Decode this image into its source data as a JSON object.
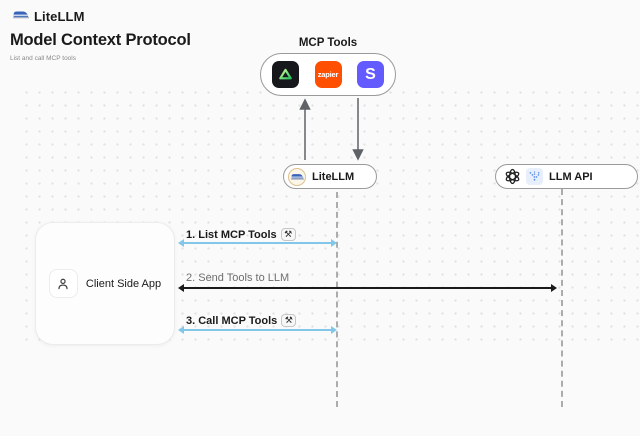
{
  "header": {
    "brand": "LiteLLM",
    "title": "Model Context Protocol",
    "subtitle": "List and call MCP tools"
  },
  "mcp_group": {
    "label": "MCP Tools",
    "tools": [
      {
        "name": "triangle-tool",
        "color": "#17181C"
      },
      {
        "name": "zapier",
        "label": "zapier",
        "color": "#FF4F00"
      },
      {
        "name": "stripe",
        "label": "S",
        "color": "#635BFF"
      }
    ]
  },
  "nodes": {
    "litellm": {
      "label": "LiteLLM"
    },
    "llm_api": {
      "label": "LLM API"
    },
    "client": {
      "label": "Client Side App"
    }
  },
  "sequence": {
    "steps": [
      {
        "label": "1. List MCP Tools",
        "badge": "⚒",
        "arrow_color": "#82C7EA"
      },
      {
        "label": "2. Send Tools to LLM",
        "arrow_color": "#1A1A1A"
      },
      {
        "label": "3. Call MCP Tools",
        "badge": "⚒",
        "arrow_color": "#82C7EA"
      }
    ]
  },
  "colors": {
    "background": "#FAFAFA",
    "blue_arrow": "#82C7EA",
    "black_arrow": "#1A1A1A",
    "zapier": "#FF4F00",
    "stripe": "#635BFF",
    "pill_border": "#9A9A9A"
  }
}
